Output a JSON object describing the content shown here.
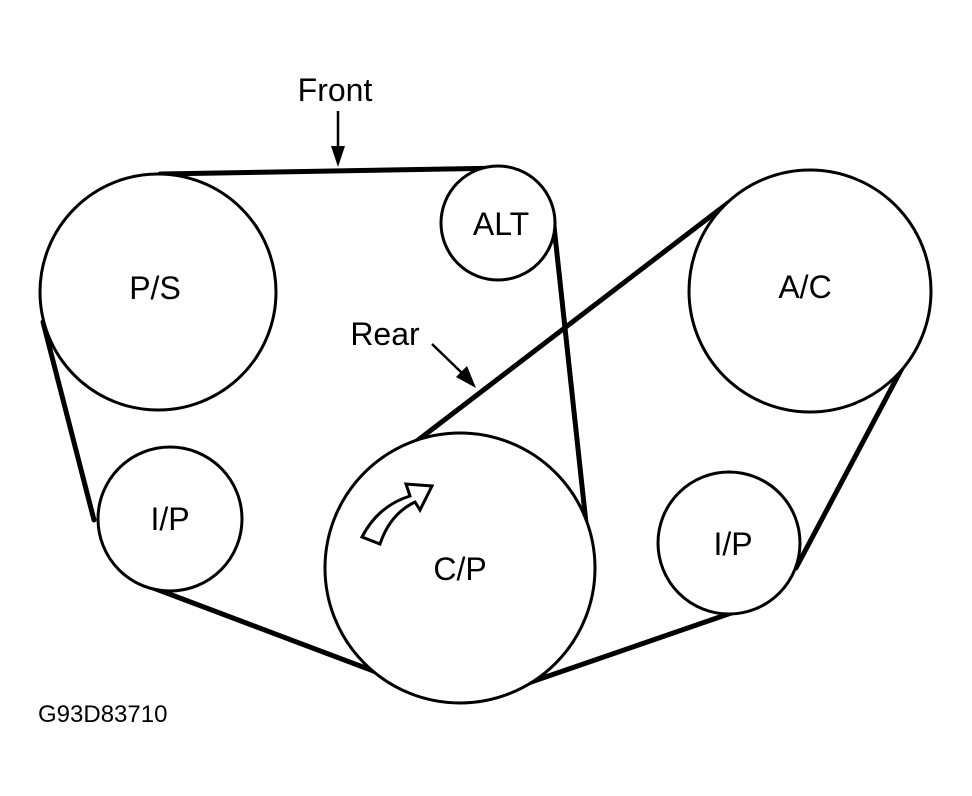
{
  "labels": {
    "front": "Front",
    "rear": "Rear",
    "figure_code": "G93D83710"
  },
  "pulleys": {
    "power_steering": "P/S",
    "alternator": "ALT",
    "air_conditioner": "A/C",
    "idler_left": "I/P",
    "crank": "C/P",
    "idler_right": "I/P"
  },
  "icons": {
    "rotation": "curved-arrow-clockwise-icon",
    "pointer": "arrow-icon"
  },
  "colors": {
    "line": "#000000",
    "background": "#ffffff"
  }
}
